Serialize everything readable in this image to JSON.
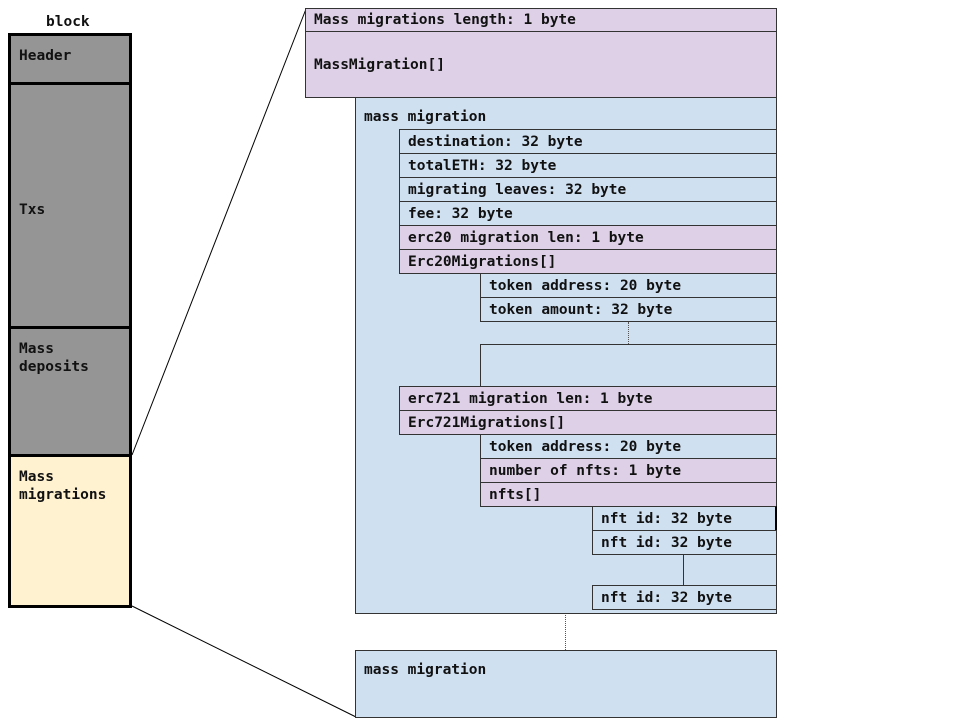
{
  "block": {
    "title": "block",
    "segments": {
      "header": "Header",
      "txs": "Txs",
      "mass_deposits": "Mass\ndeposits",
      "mass_migrations": "Mass\nmigrations"
    }
  },
  "mass_migrations_section": {
    "length_field": "Mass migrations length: 1 byte",
    "array_field": "MassMigration[]"
  },
  "mass_migration": {
    "title": "mass migration",
    "fields": {
      "destination": "destination: 32 byte",
      "total_eth": "totalETH: 32 byte",
      "migrating_leaves": "migrating leaves: 32 byte",
      "fee": "fee: 32 byte",
      "erc20_len": "erc20 migration len: 1 byte",
      "erc20_array": "Erc20Migrations[]"
    },
    "erc20_migration": {
      "token_address": "token address: 20 byte",
      "token_amount": "token amount: 32 byte"
    },
    "erc721_len": "erc721 migration len: 1 byte",
    "erc721_array": "Erc721Migrations[]",
    "erc721_migration": {
      "token_address": "token address: 20 byte",
      "number_of_nfts": "number of nfts: 1 byte",
      "nfts_array": "nfts[]",
      "nft_ids": [
        "nft id: 32 byte",
        "nft id: 32 byte",
        "nft id: 32 byte"
      ]
    }
  },
  "mass_migration_2": {
    "title": "mass migration"
  },
  "colors": {
    "block_gray": "#959595",
    "mass_migrations_highlight": "#fff2d0",
    "purple_field": "#ddd0e7",
    "blue_field": "#cfe0f1"
  }
}
